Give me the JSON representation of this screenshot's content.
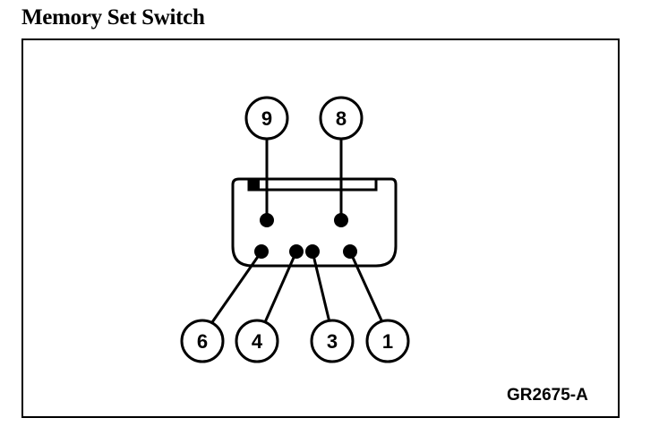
{
  "title": "Memory Set Switch",
  "figure_id": "GR2675-A",
  "pins": {
    "p9": "9",
    "p8": "8",
    "p6": "6",
    "p4": "4",
    "p3": "3",
    "p1": "1"
  }
}
